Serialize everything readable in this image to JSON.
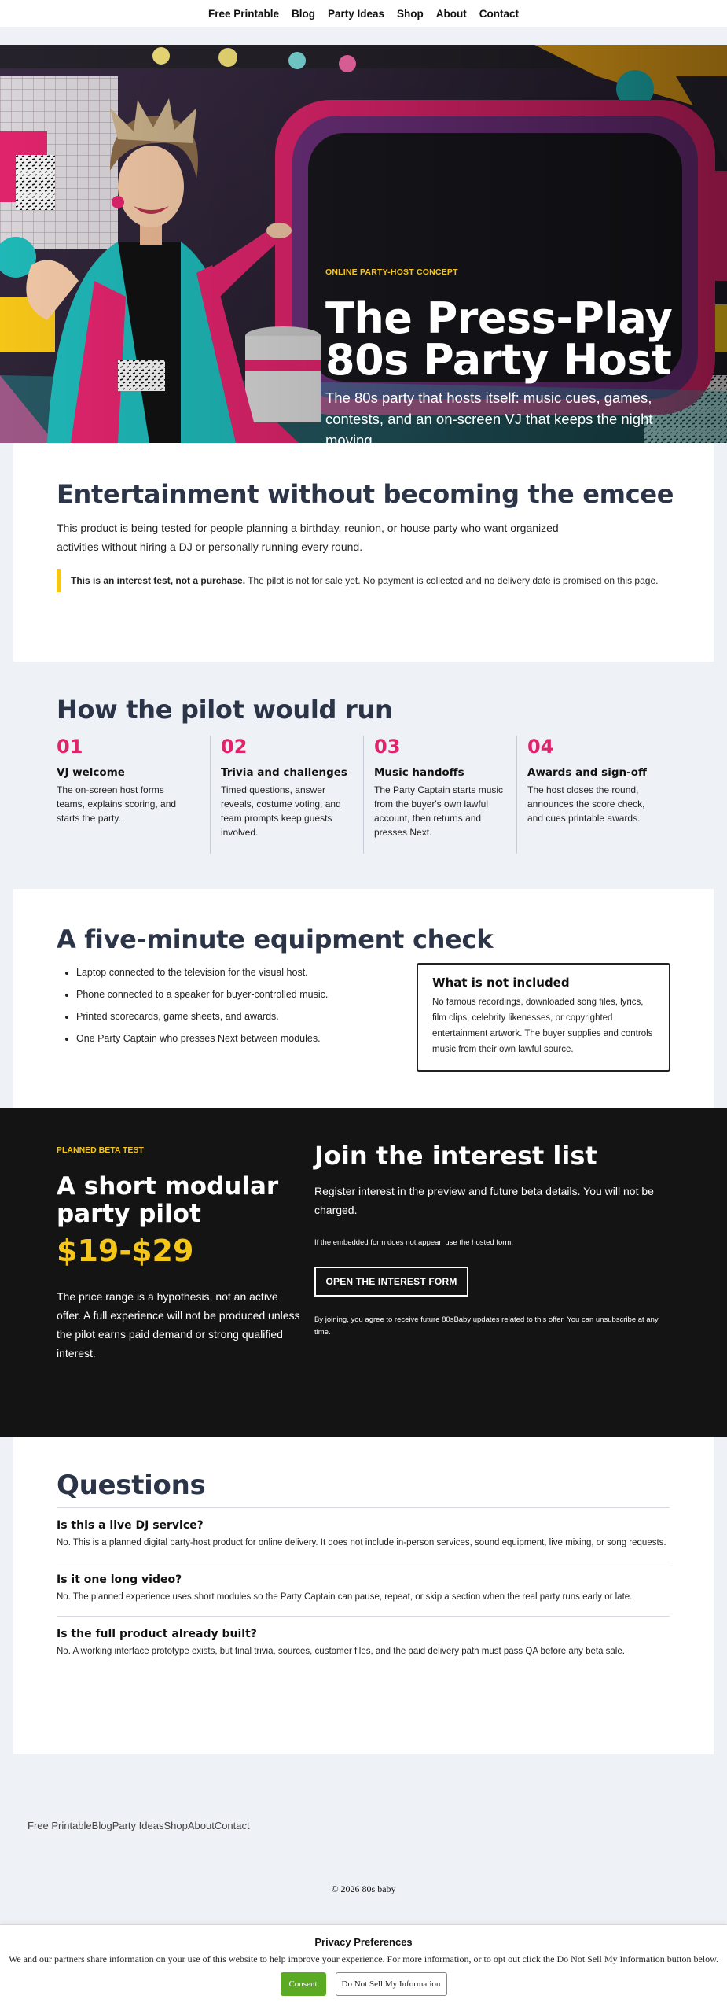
{
  "nav": {
    "items": [
      "Free Printable",
      "Blog",
      "Party Ideas",
      "Shop",
      "About",
      "Contact"
    ]
  },
  "hero": {
    "eyebrow": "ONLINE PARTY-HOST CONCEPT",
    "title_line1": "The Press-Play",
    "title_line2": "80s Party Host",
    "subtitle": "The 80s party that hosts itself: music cues, games, contests, and an on-screen VJ that keeps the night moving.",
    "colors": {
      "pink": "#e0246c",
      "teal": "#1fb7b7",
      "yellow": "#f5c518",
      "purple": "#6b2f7a"
    }
  },
  "intro": {
    "title": "Entertainment without becoming the emcee",
    "lead": "This product is being tested for people planning a birthday, reunion, or house party who want organized activities without hiring a DJ or personally running every round.",
    "notice_bold": "This is an interest test, not a purchase.",
    "notice_rest": " The pilot is not for sale yet. No payment is collected and no delivery date is promised on this page."
  },
  "steps": {
    "title": "How the pilot would run",
    "items": [
      {
        "num": "01",
        "name": "VJ welcome",
        "desc": "The on-screen host forms teams, explains scoring, and starts the party."
      },
      {
        "num": "02",
        "name": "Trivia and challenges",
        "desc": "Timed questions, answer reveals, costume voting, and team prompts keep guests involved."
      },
      {
        "num": "03",
        "name": "Music handoffs",
        "desc": "The Party Captain starts music from the buyer's own lawful account, then returns and presses Next."
      },
      {
        "num": "04",
        "name": "Awards and sign-off",
        "desc": "The host closes the round, announces the score check, and cues printable awards."
      }
    ]
  },
  "equipment": {
    "title": "A five-minute equipment check",
    "items": [
      "Laptop connected to the television for the visual host.",
      "Phone connected to a speaker for buyer-controlled music.",
      "Printed scorecards, game sheets, and awards.",
      "One Party Captain who presses Next between modules."
    ],
    "not_included_title": "What is not included",
    "not_included_text": "No famous recordings, downloaded song files, lyrics, film clips, celebrity likenesses, or copyrighted entertainment artwork. The buyer supplies and controls music from their own lawful source."
  },
  "pricing": {
    "tag": "PLANNED BETA TEST",
    "title": "A short modular party pilot",
    "price": "$19-$29",
    "note": "The price range is a hypothesis, not an active offer. A full experience will not be produced unless the pilot earns paid demand or strong qualified interest.",
    "join_title": "Join the interest list",
    "join_text": "Register interest in the preview and future beta details. You will not be charged.",
    "embed_note": "If the embedded form does not appear, use the hosted form.",
    "button": "OPEN THE INTEREST FORM",
    "legal": "By joining, you agree to receive future 80sBaby updates related to this offer. You can unsubscribe at any time."
  },
  "faq": {
    "title": "Questions",
    "items": [
      {
        "q": "Is this a live DJ service?",
        "a": "No. This is a planned digital party-host product for online delivery. It does not include in-person services, sound equipment, live mixing, or song requests."
      },
      {
        "q": "Is it one long video?",
        "a": "No. The planned experience uses short modules so the Party Captain can pause, repeat, or skip a section when the real party runs early or late."
      },
      {
        "q": "Is the full product already built?",
        "a": "No. A working interface prototype exists, but final trivia, sources, customer files, and the paid delivery path must pass QA before any beta sale."
      }
    ]
  },
  "footer": {
    "links": [
      "Free Printable",
      "Blog",
      "Party Ideas",
      "Shop",
      "About",
      "Contact"
    ],
    "copyright": "© 2026 80s baby"
  },
  "consent": {
    "title": "Privacy Preferences",
    "text": "We and our partners share information on your use of this website to help improve your experience. For more information, or to opt out click the Do Not Sell My Information button below.",
    "consent_button": "Consent",
    "dnsmi_button": "Do Not Sell My Information",
    "button_color": "#5aaa24"
  }
}
